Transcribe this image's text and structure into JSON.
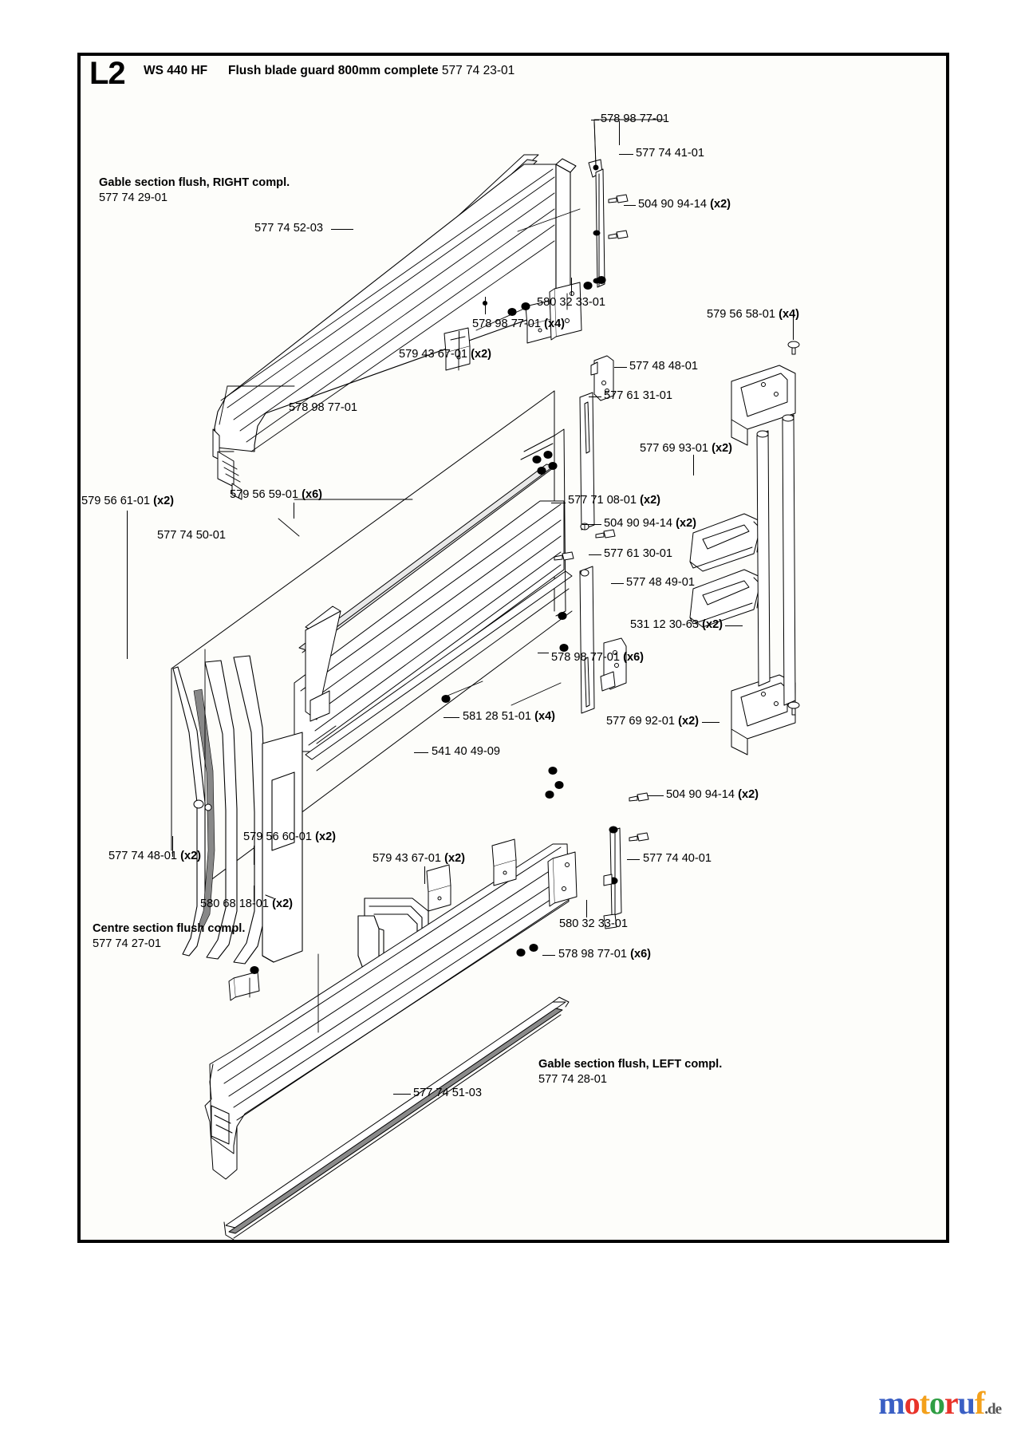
{
  "page": {
    "section_code": "L2",
    "model": "WS 440 HF",
    "title": "Flush blade guard 800mm complete",
    "title_part_number": "577 74 23-01"
  },
  "groups": [
    {
      "id": "gable-right",
      "title": "Gable section flush, RIGHT compl.",
      "part_number": "577 74 29-01"
    },
    {
      "id": "centre",
      "title": "Centre section flush compl.",
      "part_number": "577 74 27-01"
    },
    {
      "id": "gable-left",
      "title": "Gable section flush, LEFT compl.",
      "part_number": "577 74 28-01"
    }
  ],
  "callouts": [
    {
      "id": "c01",
      "part_number": "578 98 77-01",
      "qty": ""
    },
    {
      "id": "c02",
      "part_number": "577 74 41-01",
      "qty": ""
    },
    {
      "id": "c03",
      "part_number": "504 90 94-14",
      "qty": "(x2)"
    },
    {
      "id": "c04",
      "part_number": "577 74 52-03",
      "qty": ""
    },
    {
      "id": "c05",
      "part_number": "580 32 33-01",
      "qty": ""
    },
    {
      "id": "c06",
      "part_number": "578 98 77-01",
      "qty": "(x4)"
    },
    {
      "id": "c07",
      "part_number": "579 43 67-01",
      "qty": "(x2)"
    },
    {
      "id": "c08",
      "part_number": "578 98 77-01",
      "qty": ""
    },
    {
      "id": "c09",
      "part_number": "579 56 58-01",
      "qty": "(x4)"
    },
    {
      "id": "c10",
      "part_number": "577 48 48-01",
      "qty": ""
    },
    {
      "id": "c11",
      "part_number": "577 61 31-01",
      "qty": ""
    },
    {
      "id": "c12",
      "part_number": "577 69 93-01",
      "qty": "(x2)"
    },
    {
      "id": "c13",
      "part_number": "579 56 61-01",
      "qty": "(x2)"
    },
    {
      "id": "c14",
      "part_number": "579 56 59-01",
      "qty": "(x6)"
    },
    {
      "id": "c15",
      "part_number": "577 71 08-01",
      "qty": "(x2)"
    },
    {
      "id": "c16",
      "part_number": "577 74 50-01",
      "qty": ""
    },
    {
      "id": "c17",
      "part_number": "504 90 94-14",
      "qty": "(x2)"
    },
    {
      "id": "c18",
      "part_number": "577 61 30-01",
      "qty": ""
    },
    {
      "id": "c19",
      "part_number": "577 48 49-01",
      "qty": ""
    },
    {
      "id": "c20",
      "part_number": "531 12 30-63",
      "qty": "(x2)"
    },
    {
      "id": "c21",
      "part_number": "578 98 77-01",
      "qty": "(x6)"
    },
    {
      "id": "c22",
      "part_number": "581 28 51-01",
      "qty": "(x4)"
    },
    {
      "id": "c23",
      "part_number": "577 69 92-01",
      "qty": "(x2)"
    },
    {
      "id": "c24",
      "part_number": "541 40 49-09",
      "qty": ""
    },
    {
      "id": "c25",
      "part_number": "579 56 60-01",
      "qty": "(x2)"
    },
    {
      "id": "c26",
      "part_number": "577 74 48-01",
      "qty": "(x2)"
    },
    {
      "id": "c27",
      "part_number": "580 68 18-01",
      "qty": "(x2)"
    },
    {
      "id": "c28",
      "part_number": "579 43 67-01",
      "qty": "(x2)"
    },
    {
      "id": "c29",
      "part_number": "504 90 94-14",
      "qty": "(x2)"
    },
    {
      "id": "c30",
      "part_number": "577 74 40-01",
      "qty": ""
    },
    {
      "id": "c31",
      "part_number": "580 32 33-01",
      "qty": ""
    },
    {
      "id": "c32",
      "part_number": "578 98 77-01",
      "qty": "(x6)"
    },
    {
      "id": "c33",
      "part_number": "577 74 51-03",
      "qty": ""
    }
  ],
  "footer": {
    "logo_text": "motoruf",
    "logo_suffix": ".de"
  }
}
